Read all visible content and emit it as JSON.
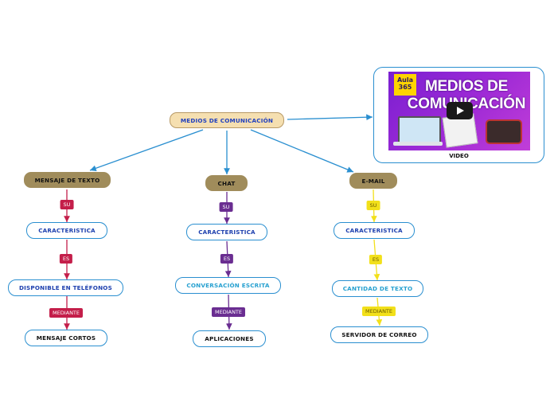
{
  "colors": {
    "edge_blue": "#2a8fd0",
    "crimson": "#c41e4a",
    "purple": "#6a2d91",
    "yellow": "#f2e01a"
  },
  "root": {
    "label": "MEDIOS DE COMUNICACIÓN"
  },
  "branches": {
    "texto": {
      "title": "MENSAJE DE TEXTO",
      "link1": "SU",
      "node1": "CARACTERISTICA",
      "link2": "ES",
      "node2": "DISPONIBLE EN TELÉFONOS",
      "link3": "MEDIANTE",
      "node3": "MENSAJE CORTOS"
    },
    "chat": {
      "title": "CHAT",
      "link1": "SU",
      "node1": "CARACTERISTICA",
      "link2": "ES",
      "node2": "CONVERSACIÓN ESCRITA",
      "link3": "MEDIANTE",
      "node3": "APLICACIONES"
    },
    "email": {
      "title": "E-MAIL",
      "link1": "SU",
      "node1": "CARACTERISTICA",
      "link2": "ES",
      "node2": "CANTIDAD DE TEXTO",
      "link3": "MEDIANTE",
      "node3": "SERVIDOR DE CORREO"
    }
  },
  "video": {
    "thumbnail_badge_line1": "Aula",
    "thumbnail_badge_line2": "365",
    "thumbnail_title": "MEDIOS DE COMUNICACIÓN",
    "play_icon": "play-icon",
    "caption": "VIDEO"
  }
}
